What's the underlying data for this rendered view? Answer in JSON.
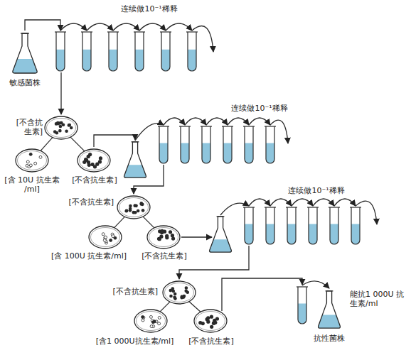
{
  "diagram": {
    "nodes": [
      {
        "text": [
          "敏感菌株"
        ]
      },
      {
        "text": [
          "[不含抗生素]"
        ]
      },
      {
        "text": [
          "[含 10U 抗生素 /ml]"
        ]
      },
      {
        "text": [
          "[不含抗生素]"
        ]
      },
      {
        "text": [
          "[不含抗生素]"
        ]
      },
      {
        "text": [
          "[含 100U 抗生素/ml]"
        ]
      },
      {
        "text": [
          "[不含抗生素]"
        ]
      },
      {
        "text": [
          "[不含抗生素]"
        ]
      },
      {
        "text": [
          "[含1 000U抗生素/ml]"
        ]
      },
      {
        "text": [
          "[不含抗生素]"
        ]
      },
      {
        "text": [
          "抗性菌株"
        ]
      }
    ],
    "edges": [
      {
        "from": 1,
        "to": 2,
        "arrow": "none"
      },
      {
        "from": 1,
        "to": 3,
        "arrow": "none"
      },
      {
        "from": 4,
        "to": 5,
        "arrow": "none"
      },
      {
        "from": 4,
        "to": 6,
        "arrow": "none"
      },
      {
        "from": 7,
        "to": 8,
        "arrow": "none"
      },
      {
        "from": 7,
        "to": 9,
        "arrow": "none"
      }
    ],
    "labels": [
      "连续做10⁻¹稀释",
      "连续做10⁻¹稀释",
      "连续做10⁻¹稀释",
      "能抗1 000U 抗生素/ml"
    ]
  }
}
